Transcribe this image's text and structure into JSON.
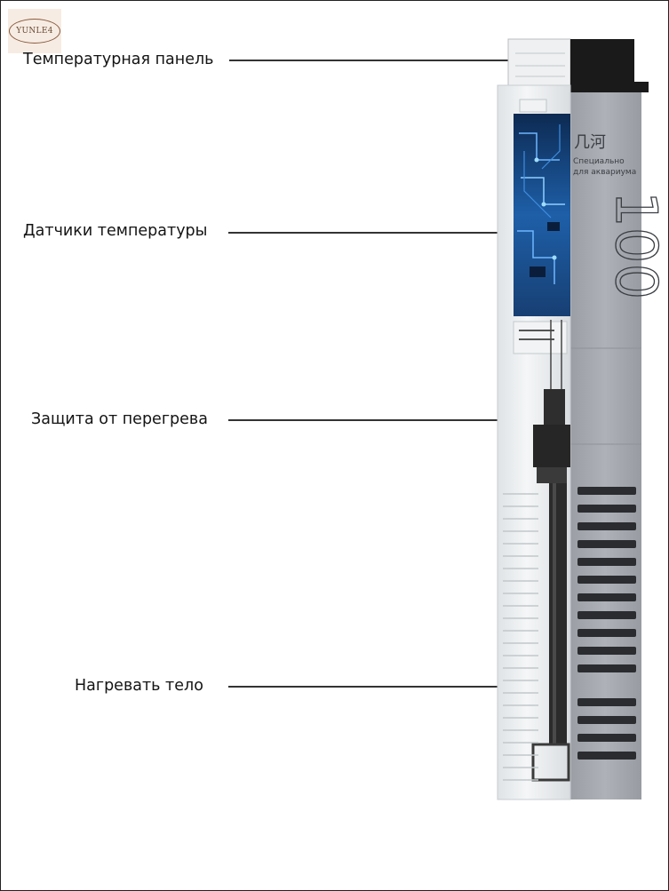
{
  "logo": {
    "text": "YUNLE4"
  },
  "callouts": [
    {
      "id": "panel",
      "label": "Температурная панель"
    },
    {
      "id": "sensors",
      "label": "Датчики температуры"
    },
    {
      "id": "protect",
      "label": "Защита от перегрева"
    },
    {
      "id": "body",
      "label": "Нагревать тело"
    }
  ],
  "product": {
    "brand": "几河",
    "subtitle_line1": "Специально",
    "subtitle_line2": "для аквариума",
    "wattage": "100",
    "colors": {
      "cap": "#1a1a1a",
      "body": "#a4a8ae",
      "glass": "#e7eaec",
      "pcb": "#1e5fa8",
      "rod": "#2b2b2b"
    }
  }
}
